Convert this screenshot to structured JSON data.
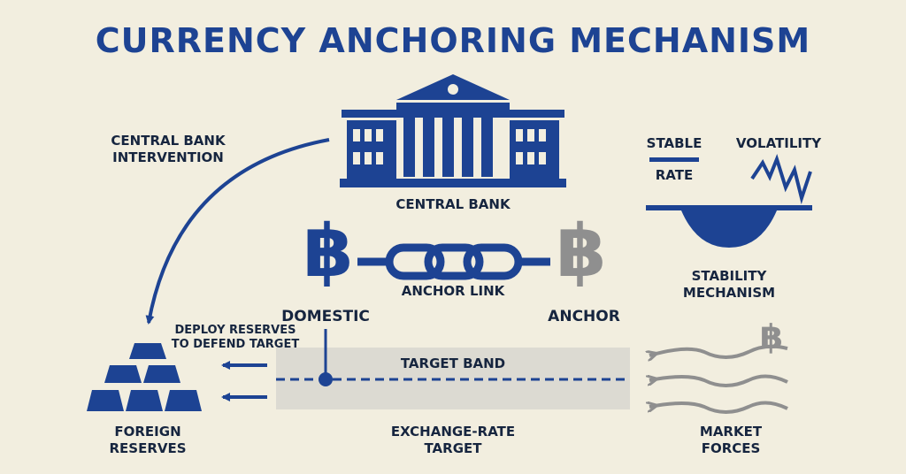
{
  "title": "CURRENCY ANCHORING MECHANISM",
  "labels": {
    "central_bank_intervention": [
      "CENTRAL BANK",
      "INTERVENTION"
    ],
    "central_bank": "CENTRAL BANK",
    "stable": "STABLE",
    "rate": "RATE",
    "volatility": "VOLATILITY",
    "stability_mechanism": [
      "STABILITY",
      "MECHANISM"
    ],
    "domestic": "DOMESTIC",
    "anchor_link": "ANCHOR LINK",
    "anchor": "ANCHOR",
    "deploy_reserves": [
      "DEPLOY RESERVES",
      "TO DEFEND TARGET"
    ],
    "target_band": "TARGET BAND",
    "foreign_reserves": [
      "FOREIGN",
      "RESERVES"
    ],
    "exchange_rate_target": [
      "EXCHANGE-RATE",
      "TARGET"
    ],
    "market_forces": [
      "MARKET",
      "FORCES"
    ]
  },
  "icons": {
    "domestic_currency": "bitcoin-sign-icon",
    "anchor_currency": "bitcoin-sign-icon",
    "market_currency": "bitcoin-sign-icon",
    "central_bank": "bank-building-icon",
    "reserves": "gold-bars-icon",
    "link": "chain-icon"
  },
  "colors": {
    "navy": "#1d4393",
    "gray": "#8f8f8f",
    "band": "#dcdad2",
    "background": "#f2eedf",
    "text": "#16253f"
  }
}
